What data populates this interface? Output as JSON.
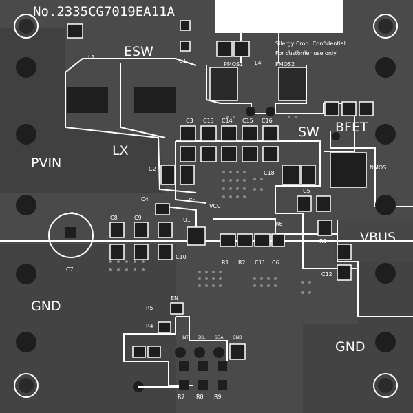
{
  "board_id": "No.2335CG7019EA11A",
  "notice_line1": "Silergy Crop. Confidential",
  "notice_line2": "For customer use only",
  "nets": {
    "pvin": "PVIN",
    "gnd_left": "GND",
    "gnd_right": "GND",
    "vbus": "VBUS",
    "lx": "LX",
    "esw": "ESW",
    "sw": "SW",
    "bfet": "BFET"
  },
  "components": {
    "l1": "L1",
    "c1": "C1",
    "c2": "C2",
    "c3": "C3",
    "c4": "C4",
    "c5": "C5",
    "c6": "C6",
    "c7": "C7",
    "c8": "C8",
    "c9": "C9",
    "c10": "C10",
    "c11": "C11",
    "c12": "C12",
    "c13": "C13",
    "c14": "C14",
    "c15": "C15",
    "c16": "C16",
    "c18": "C18",
    "cc": "Cc",
    "vcc": "VCC",
    "u1": "U1",
    "r1": "R1",
    "r2": "R2",
    "r3": "R3",
    "r4": "R4",
    "r5": "R5",
    "r6": "R6",
    "r7": "R7",
    "r8": "R8",
    "r9": "R9",
    "pmos1": "PMOS1",
    "pmos2": "PMOS2",
    "nmos": "NMOS",
    "l4": "L4",
    "en": "EN",
    "plus": "+"
  },
  "header_pins": [
    "INT",
    "SCL",
    "SDA",
    "GND"
  ],
  "colors": {
    "board": "#4a4a4a",
    "copper": "#3d3d3d",
    "silkscreen": "#ffffff",
    "pad": "#1e1e1e",
    "via": "#8a8a8a"
  }
}
